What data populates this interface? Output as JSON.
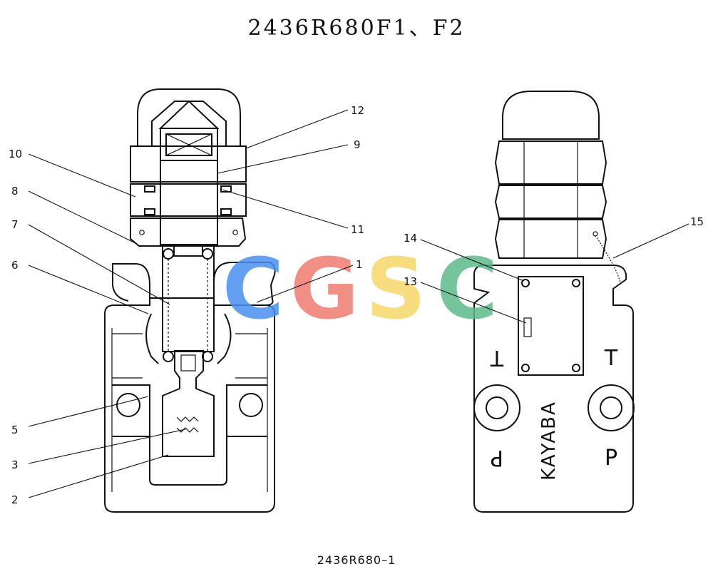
{
  "title": "2436R680F1、F2",
  "footer": "2436R680–1",
  "callouts": [
    "12",
    "9",
    "10",
    "8",
    "11",
    "7",
    "1",
    "6",
    "5",
    "3",
    "2",
    "14",
    "15",
    "13"
  ],
  "body_marks": {
    "port_t_left": "T",
    "port_t_right": "T",
    "port_p_left": "P",
    "port_p_right": "P",
    "brand": "KAYABA"
  },
  "watermark": {
    "letters": [
      "C",
      "G",
      "S",
      "C"
    ],
    "colors": [
      "#4a8ff0",
      "#ef7c72",
      "#f7d66a",
      "#5fba8a"
    ]
  },
  "colors": {
    "line": "#111111",
    "background": "#ffffff"
  }
}
